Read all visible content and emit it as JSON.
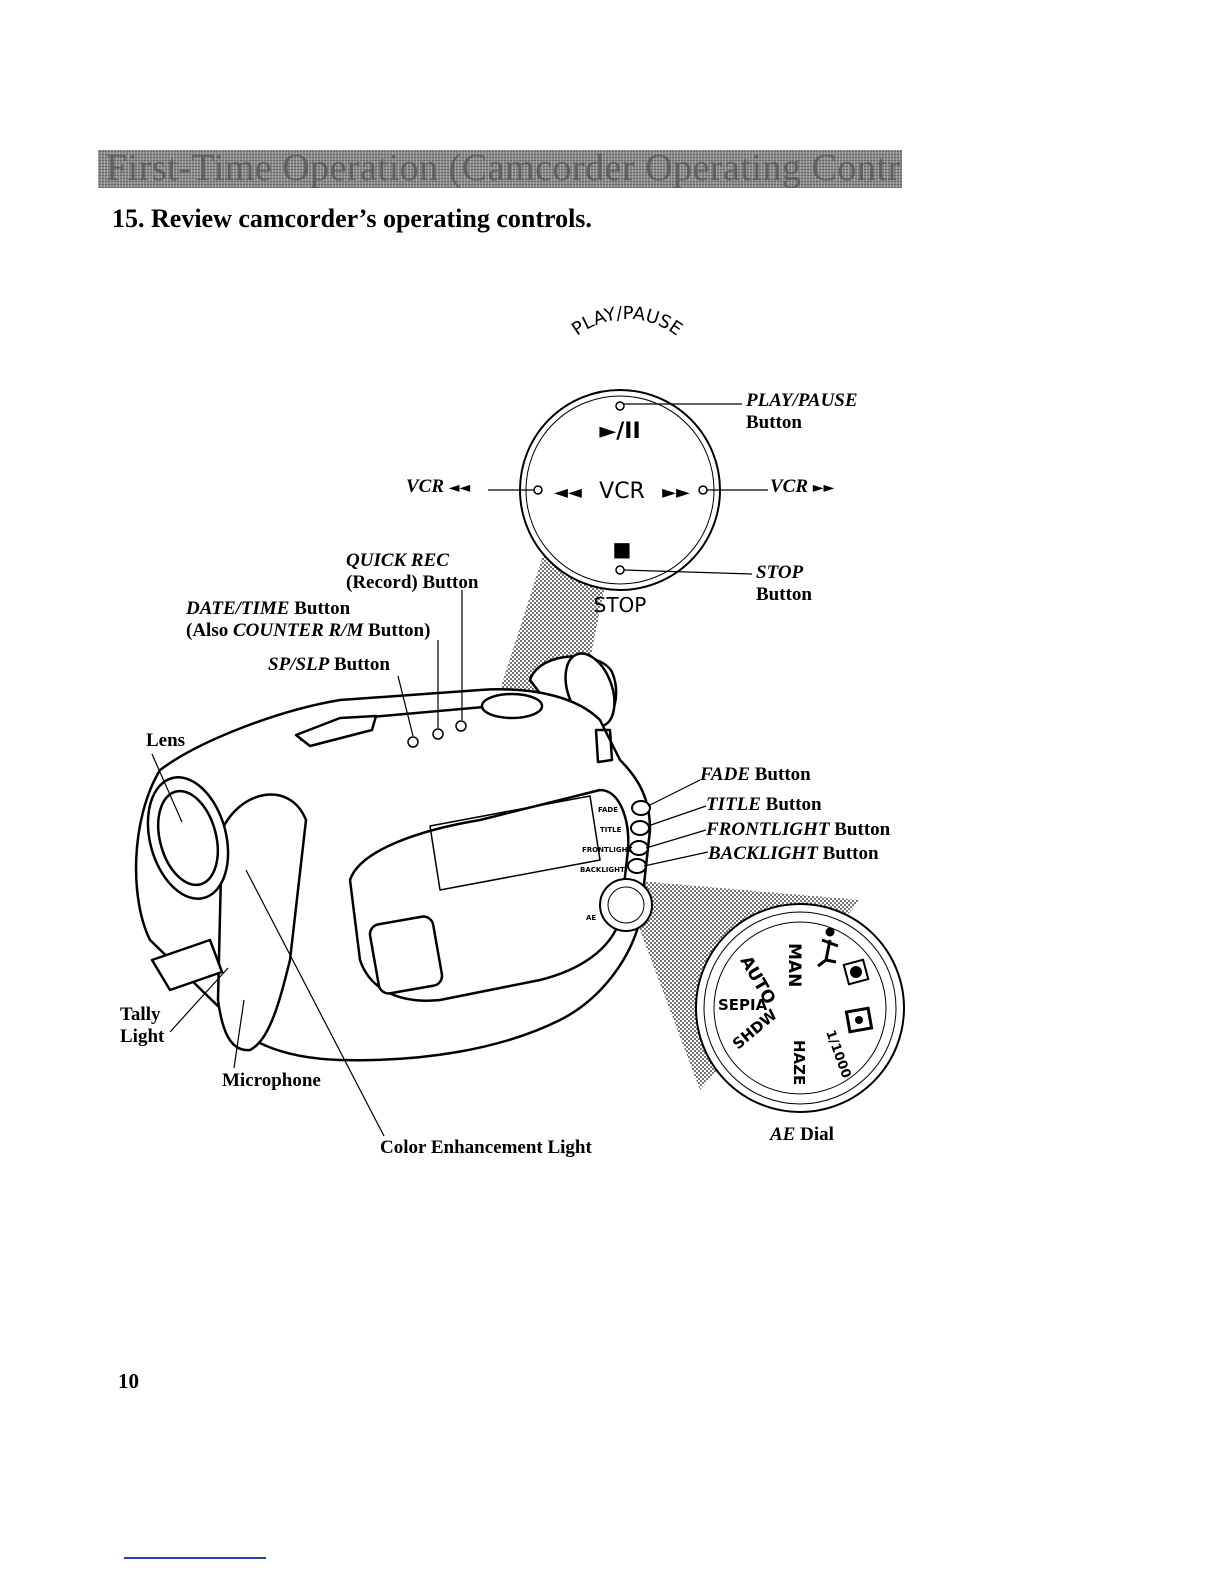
{
  "header": {
    "banner_text": "First-Time Operation (Camcorder Operating Controls)",
    "banner_color": "#8a8a8a"
  },
  "title": "15. Review camcorder’s operating controls.",
  "control_panel": {
    "arc_label": "PLAY/PAUSE",
    "play_pause_glyph": "►/II",
    "rewind_glyph": "◄◄",
    "center_label": "VCR",
    "ff_glyph": "►►",
    "stop_glyph": "■",
    "bottom_label": "STOP"
  },
  "callouts": {
    "play_pause": {
      "name": "PLAY/PAUSE",
      "suffix": "Button"
    },
    "vcr_rew": {
      "name": "VCR",
      "glyph": "◄◄"
    },
    "vcr_ff": {
      "name": "VCR",
      "glyph": "►►"
    },
    "stop": {
      "name": "STOP",
      "suffix": "Button"
    },
    "quick_rec": {
      "name": "QUICK REC",
      "line2": "(Record) Button"
    },
    "date_time": {
      "name": "DATE/TIME",
      "suffix": "Button",
      "line2_prefix": "(Also",
      "line2_name": "COUNTER R/M",
      "line2_suffix": "Button)"
    },
    "sp_slp": {
      "name": "SP/SLP",
      "suffix": "Button"
    },
    "lens": "Lens",
    "fade": {
      "name": "FADE",
      "suffix": "Button"
    },
    "title": {
      "name": "TITLE",
      "suffix": "Button"
    },
    "frontlight": {
      "name": "FRONTLIGHT",
      "suffix": "Button"
    },
    "backlight": {
      "name": "BACKLIGHT",
      "suffix": "Button"
    },
    "tally": {
      "line1": "Tally",
      "line2": "Light"
    },
    "microphone": "Microphone",
    "color_enhancement": "Color Enhancement Light",
    "ae_dial": {
      "name": "AE",
      "suffix": "Dial"
    }
  },
  "side_buttons": [
    "FADE",
    "TITLE",
    "FRONTLIGHT",
    "BACKLIGHT"
  ],
  "side_ae_label": "AE",
  "ae_dial_modes": [
    "MAN",
    "AUTO",
    "SEPIA",
    "SHDW",
    "HAZE",
    "1/1000"
  ],
  "page_number": "10"
}
